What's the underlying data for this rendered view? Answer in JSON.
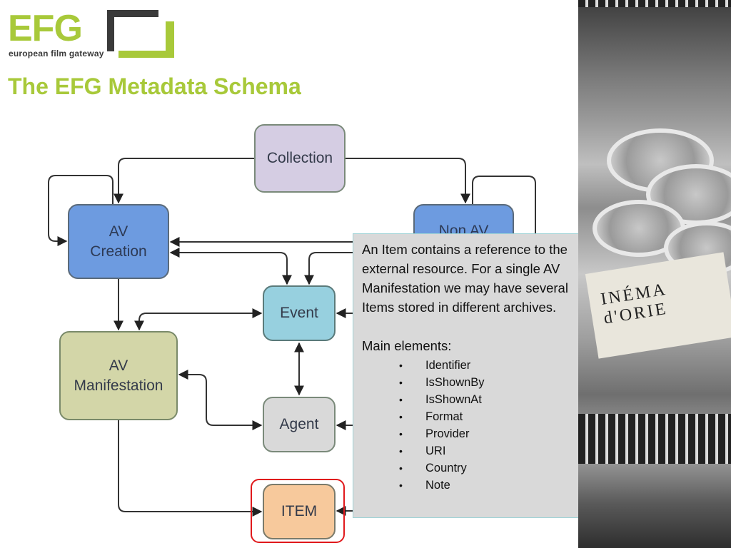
{
  "logo": {
    "brand": "EFG",
    "tagline": "european film gateway",
    "colors": {
      "green": "#a8c93a",
      "dark": "#3a3a3a"
    }
  },
  "title": "The EFG Metadata Schema",
  "diagram": {
    "nodes": {
      "collection": "Collection",
      "av_creation": "AV Creation",
      "non_av": "Non AV",
      "event": "Event",
      "av_manifestation": "AV Manifestation",
      "agent": "Agent",
      "item": "ITEM"
    },
    "highlighted_node": "item",
    "colors": {
      "collection": "#d5cde3",
      "av_creation": "#6d9be0",
      "event": "#97d0df",
      "av_manifestation": "#d3d6a8",
      "agent": "#d9d9d9",
      "item": "#f7c99c",
      "highlight": "#e0191c"
    },
    "edges": [
      {
        "from": "collection",
        "to": "av_creation"
      },
      {
        "from": "collection",
        "to": "non_av"
      },
      {
        "from": "av_creation",
        "to": "av_creation"
      },
      {
        "from": "non_av",
        "to": "non_av"
      },
      {
        "from": "non_av",
        "to": "av_creation"
      },
      {
        "from": "av_creation",
        "to": "event"
      },
      {
        "from": "non_av",
        "to": "event"
      },
      {
        "from": "av_creation",
        "to": "av_manifestation"
      },
      {
        "from": "event",
        "to": "av_manifestation"
      },
      {
        "from": "av_manifestation",
        "to": "event"
      },
      {
        "from": "event",
        "to": "agent"
      },
      {
        "from": "agent",
        "to": "event"
      },
      {
        "from": "av_manifestation",
        "to": "agent"
      },
      {
        "from": "agent",
        "to": "av_manifestation"
      },
      {
        "from": "av_manifestation",
        "to": "item"
      }
    ]
  },
  "callout": {
    "text": "An Item contains a reference to the external resource. For a single AV Manifestation we may have several Items stored in different archives.",
    "list_heading": "Main elements:",
    "elements": [
      "Identifier",
      "IsShownBy",
      "IsShownAt",
      "Format",
      "Provider",
      "URI",
      "Country",
      "Note"
    ]
  },
  "photo": {
    "poster_text": "INÉMA d'ORIE"
  }
}
